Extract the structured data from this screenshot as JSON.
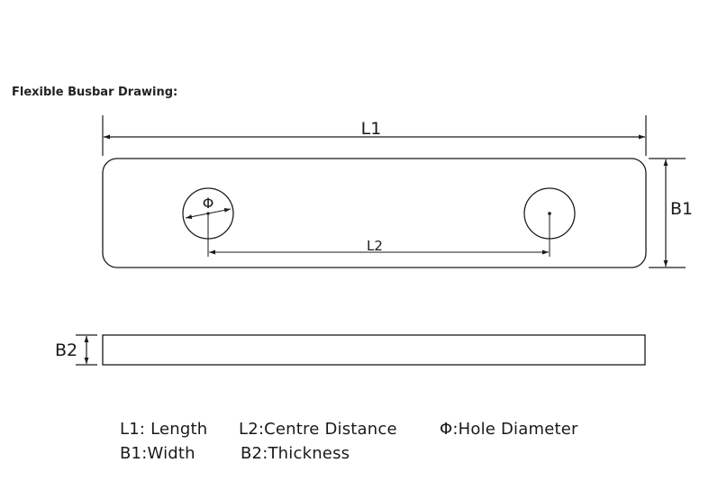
{
  "heading": "Flexible Busbar Drawing:",
  "dimensions": {
    "length": "L1",
    "width": "B1",
    "thickness": "B2",
    "centre_distance": "L2",
    "hole_diameter": "Φ"
  },
  "legend": {
    "length": "L1: Length",
    "centre_distance": "L2:Centre Distance",
    "hole_diameter": "Φ:Hole  Diameter",
    "width": "B1:Width",
    "thickness": "B2:Thickness"
  }
}
